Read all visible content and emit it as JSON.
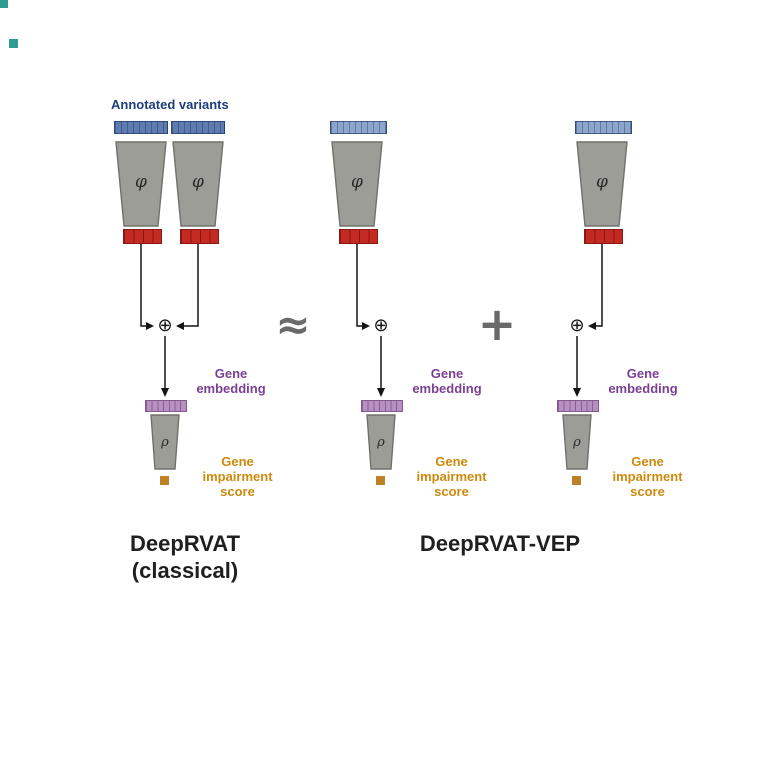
{
  "diagram": {
    "annotated_variants_label": "Annotated variants",
    "gene_embedding_label": "Gene\nembedding",
    "gene_impairment_label": "Gene\nimpairment\nscore",
    "left_title": "DeepRVAT\n(classical)",
    "right_title": "DeepRVAT-VEP",
    "operators": {
      "approx": "≈",
      "plus": "+",
      "oplus": "⊕"
    },
    "symbols": {
      "encoder": "φ",
      "aggregator": "ρ"
    },
    "colors": {
      "navy_text": "#1d3d7c",
      "blue_bar_dark": "#5e7cb0",
      "blue_bar_light": "#8ba6cc",
      "funnel_fill": "#9d9d97",
      "funnel_border": "#71716b",
      "red_bar": "#c32a21",
      "red_border": "#8c1812",
      "purple_bar": "#b690c1",
      "purple_border": "#85588f",
      "purple_text": "#7b3f93",
      "orange_square": "#bf8125",
      "orange_text": "#cc8a0e",
      "title_text": "#1f1f1f",
      "operator_gray": "#6a6a6a",
      "arrow": "#141414",
      "teal_mark": "#2e9c90"
    }
  }
}
